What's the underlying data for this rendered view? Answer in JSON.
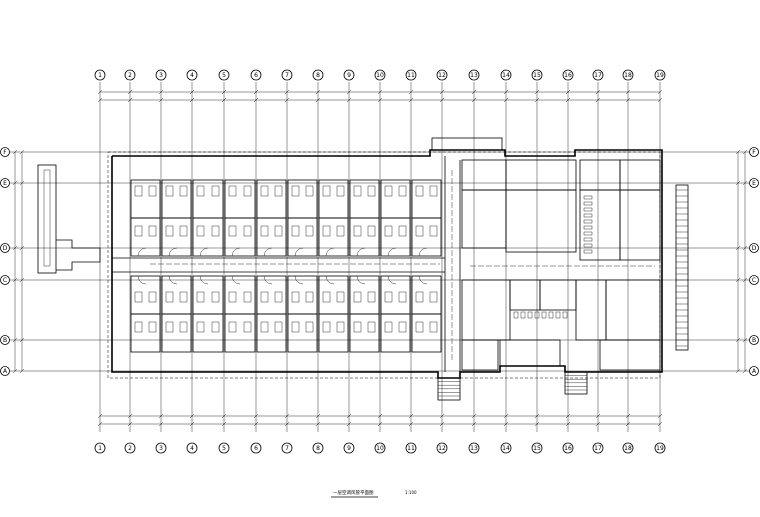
{
  "drawing": {
    "title": "一层空调风管平面图",
    "scale": "1:100"
  },
  "axes": {
    "columns": [
      "1",
      "2",
      "3",
      "4",
      "5",
      "6",
      "7",
      "8",
      "9",
      "10",
      "11",
      "12",
      "13",
      "14",
      "15",
      "16",
      "17",
      "18",
      "19"
    ],
    "rows": [
      "F",
      "E",
      "D",
      "C",
      "B",
      "A"
    ]
  }
}
